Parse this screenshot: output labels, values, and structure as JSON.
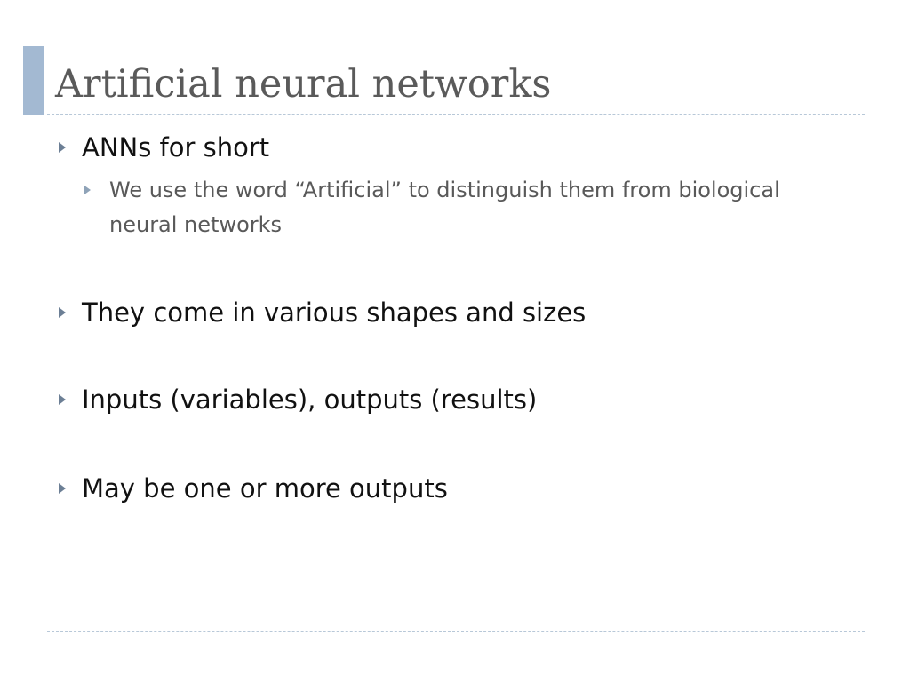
{
  "slide": {
    "title": "Artificial neural networks",
    "accent_color": "#a3b9d2",
    "bullet_marker_icon": "triangle-right-icon",
    "bullets": [
      {
        "text": "ANNs for short",
        "sub_bullets": [
          {
            "text": "We use the word “Artificial” to distinguish them from biological neural networks"
          }
        ]
      },
      {
        "text": "They come in various shapes and sizes"
      },
      {
        "text": "Inputs (variables), outputs (results)"
      },
      {
        "text": "May be one or more outputs"
      }
    ]
  }
}
